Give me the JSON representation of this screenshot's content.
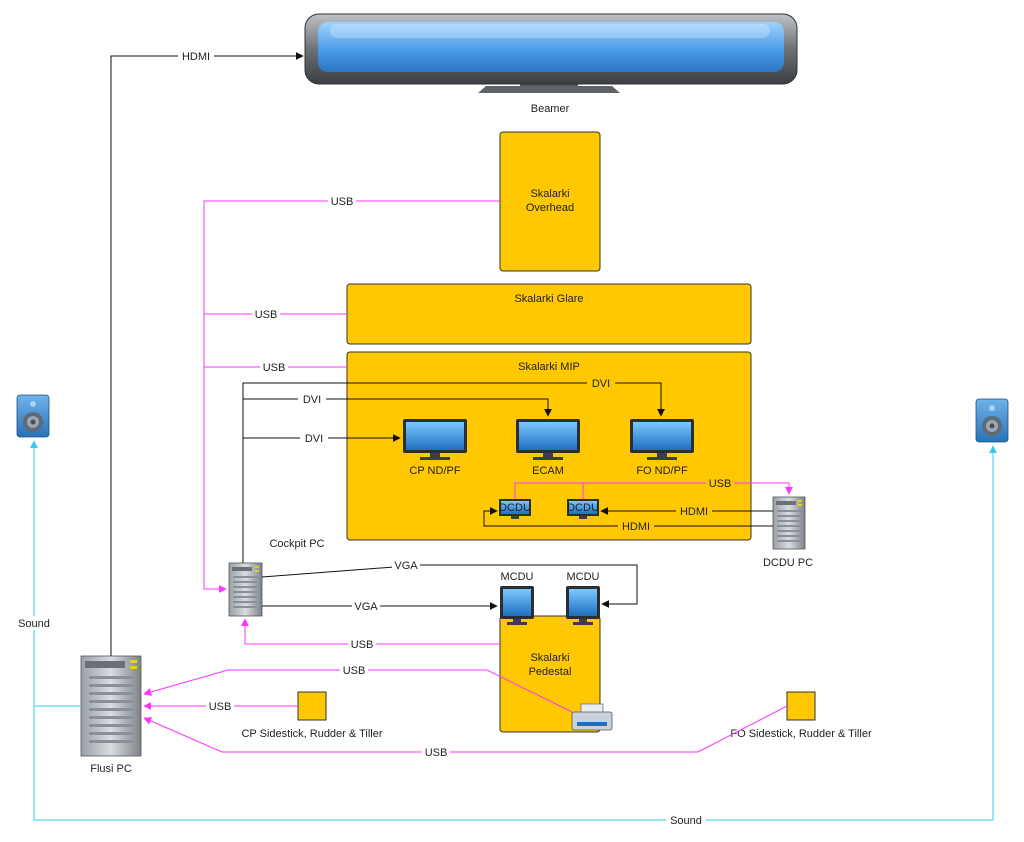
{
  "nodes": {
    "beamer": "Beamer",
    "overhead": "Skalarki\nOverhead",
    "glare": "Skalarki Glare",
    "mip": "Skalarki MIP",
    "pedestal": "Skalarki\nPedestal",
    "cp_ndpf": "CP ND/PF",
    "ecam": "ECAM",
    "fo_ndpf": "FO ND/PF",
    "dcdu1": "DCDU",
    "dcdu2": "DCDU",
    "dcdu_pc": "DCDU PC",
    "cockpit_pc": "Cockpit PC",
    "mcdu1": "MCDU",
    "mcdu2": "MCDU",
    "flusi_pc": "Flusi PC",
    "cp_sidestick": "CP Sidestick, Rudder & Tiller",
    "fo_sidestick": "FO Sidestick, Rudder & Tiller"
  },
  "edges": {
    "hdmi_beamer": "HDMI",
    "usb_overhead": "USB",
    "usb_glare": "USB",
    "usb_mip": "USB",
    "dvi_fo": "DVI",
    "dvi_ecam": "DVI",
    "dvi_cp": "DVI",
    "usb_dcdu": "USB",
    "hdmi_dcdu_pc": "HDMI",
    "hdmi_dcdu_loop": "HDMI",
    "vga_mcdu2": "VGA",
    "vga_mcdu1": "VGA",
    "usb_pedestal": "USB",
    "usb_printer": "USB",
    "usb_cp_sidestick": "USB",
    "usb_fo_sidestick": "USB",
    "sound_left": "Sound",
    "sound_bottom": "Sound"
  },
  "colors": {
    "usb": "#FF33FF",
    "video": "#111111",
    "sound": "#33CCEE",
    "node_fill": "#FFC800"
  },
  "icons": {
    "beamer": "flat-screen-tv-icon",
    "monitor": "monitor-icon",
    "server": "tower-pc-icon",
    "speaker": "speaker-icon",
    "printer": "printer-icon"
  }
}
